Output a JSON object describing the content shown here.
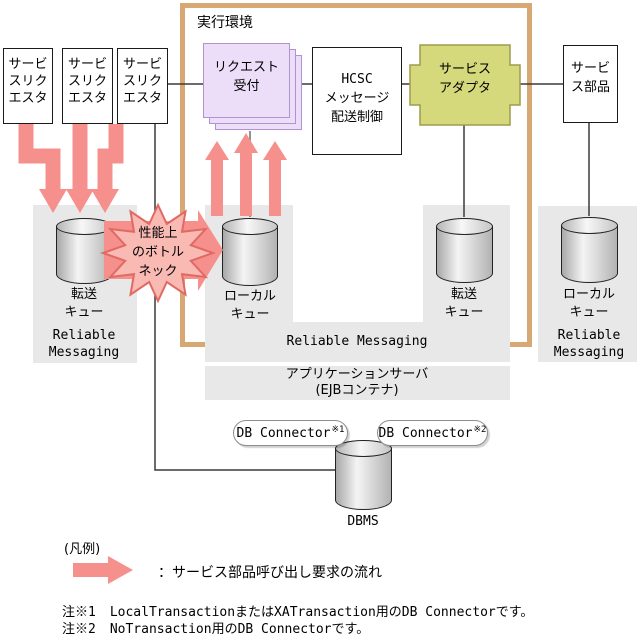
{
  "colors": {
    "flow_arrow": "#f5908c",
    "burst_fill": "#f9bab4",
    "burst_stroke": "#e06a63",
    "env_border": "#d8a874",
    "reception_fill": "#ecdef8",
    "reception_border": "#b193d1",
    "adapter_fill": "#d5d97b",
    "adapter_border": "#9d9c4c",
    "panel_gray": "#e8e8e8"
  },
  "env": {
    "label": "実行環境"
  },
  "requesters": [
    {
      "lines": [
        "サービ",
        "スリク",
        "エスタ"
      ]
    },
    {
      "lines": [
        "サービ",
        "スリク",
        "エスタ"
      ]
    },
    {
      "lines": [
        "サービ",
        "スリク",
        "エスタ"
      ]
    }
  ],
  "reception": {
    "lines": [
      "リクエスト",
      "受付"
    ]
  },
  "hcsc": {
    "lines": [
      "HCSC",
      "メッセージ",
      "配送制御"
    ]
  },
  "adapter": {
    "lines": [
      "サービス",
      "アダプタ"
    ]
  },
  "service_part": {
    "lines": [
      "サービ",
      "ス部品"
    ]
  },
  "bottleneck": {
    "lines": [
      "性能上",
      "のボトル",
      "ネック"
    ]
  },
  "queues": {
    "transfer_left": {
      "lines": [
        "転送",
        "キュー"
      ],
      "rm_lines": [
        "Reliable",
        "Messaging"
      ]
    },
    "local_center": {
      "lines": [
        "ローカル",
        "キュー"
      ]
    },
    "transfer_right": {
      "lines": [
        "転送",
        "キュー"
      ]
    },
    "local_right": {
      "lines": [
        "ローカル",
        "キュー"
      ],
      "rm_lines": [
        "Reliable",
        "Messaging"
      ]
    }
  },
  "bands": {
    "reliable_messaging": "Reliable Messaging",
    "app_server_lines": [
      "アプリケーションサーバ",
      "(EJBコンテナ)"
    ]
  },
  "db_connectors": [
    {
      "label": "DB Connector",
      "note_ref": "※1"
    },
    {
      "label": "DB Connector",
      "note_ref": "※2"
    }
  ],
  "dbms": {
    "label": "DBMS"
  },
  "legend": {
    "title": "(凡例)",
    "arrow_label": "：サービス部品呼び出し要求の流れ"
  },
  "notes": [
    {
      "marker": "注※1",
      "text": "LocalTransactionまたはXATransaction用のDB Connectorです。"
    },
    {
      "marker": "注※2",
      "text": "NoTransaction用のDB Connectorです。"
    }
  ]
}
